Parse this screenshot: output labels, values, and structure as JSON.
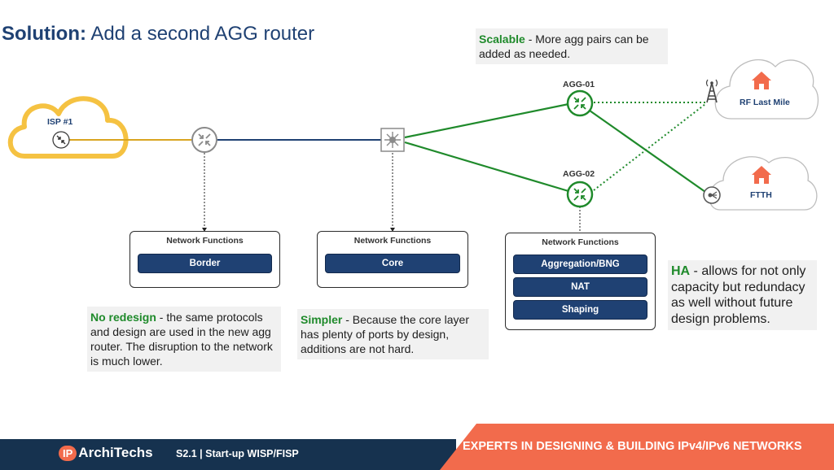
{
  "title": {
    "bold": "Solution:",
    "rest": "Add a second AGG router"
  },
  "nodes": {
    "isp": "ISP #1",
    "agg01": "AGG-01",
    "agg02": "AGG-02",
    "rf": "RF Last Mile",
    "ftth": "FTTH"
  },
  "function_boxes": {
    "border": {
      "title": "Network Functions",
      "items": [
        "Border"
      ]
    },
    "core": {
      "title": "Network Functions",
      "items": [
        "Core"
      ]
    },
    "agg": {
      "title": "Network Functions",
      "items": [
        "Aggregation/BNG",
        "NAT",
        "Shaping"
      ]
    }
  },
  "notes": {
    "scalable": {
      "bold": "Scalable",
      "text": " - More agg pairs can be added as needed."
    },
    "no_redesign": {
      "bold": "No redesign",
      "text": " - the same protocols and design are used in the new agg router. The disruption to the network is much lower."
    },
    "simpler": {
      "bold": "Simpler",
      "text": " - Because the core layer has plenty of ports by design, additions are not hard."
    },
    "ha": {
      "bold": "HA",
      "text": " - allows for not only capacity but redundacy as well without future design problems."
    }
  },
  "footer": {
    "logo_ip": "IP",
    "logo_brand": "ArchiTechs",
    "course": "S2.1 | Start-up WISP/FISP",
    "tagline": "EXPERTS IN DESIGNING & BUILDING IPv4/IPv6 NETWORKS"
  },
  "colors": {
    "title": "#1f4173",
    "green": "#1f8a2b",
    "navy": "#1f4173",
    "orange": "#f26b4c",
    "isp_cloud": "#f5c242",
    "footer_dark": "#16324f"
  },
  "icons": [
    "router-icon",
    "switch-icon",
    "house-icon",
    "radio-tower-icon",
    "fiber-node-icon"
  ]
}
